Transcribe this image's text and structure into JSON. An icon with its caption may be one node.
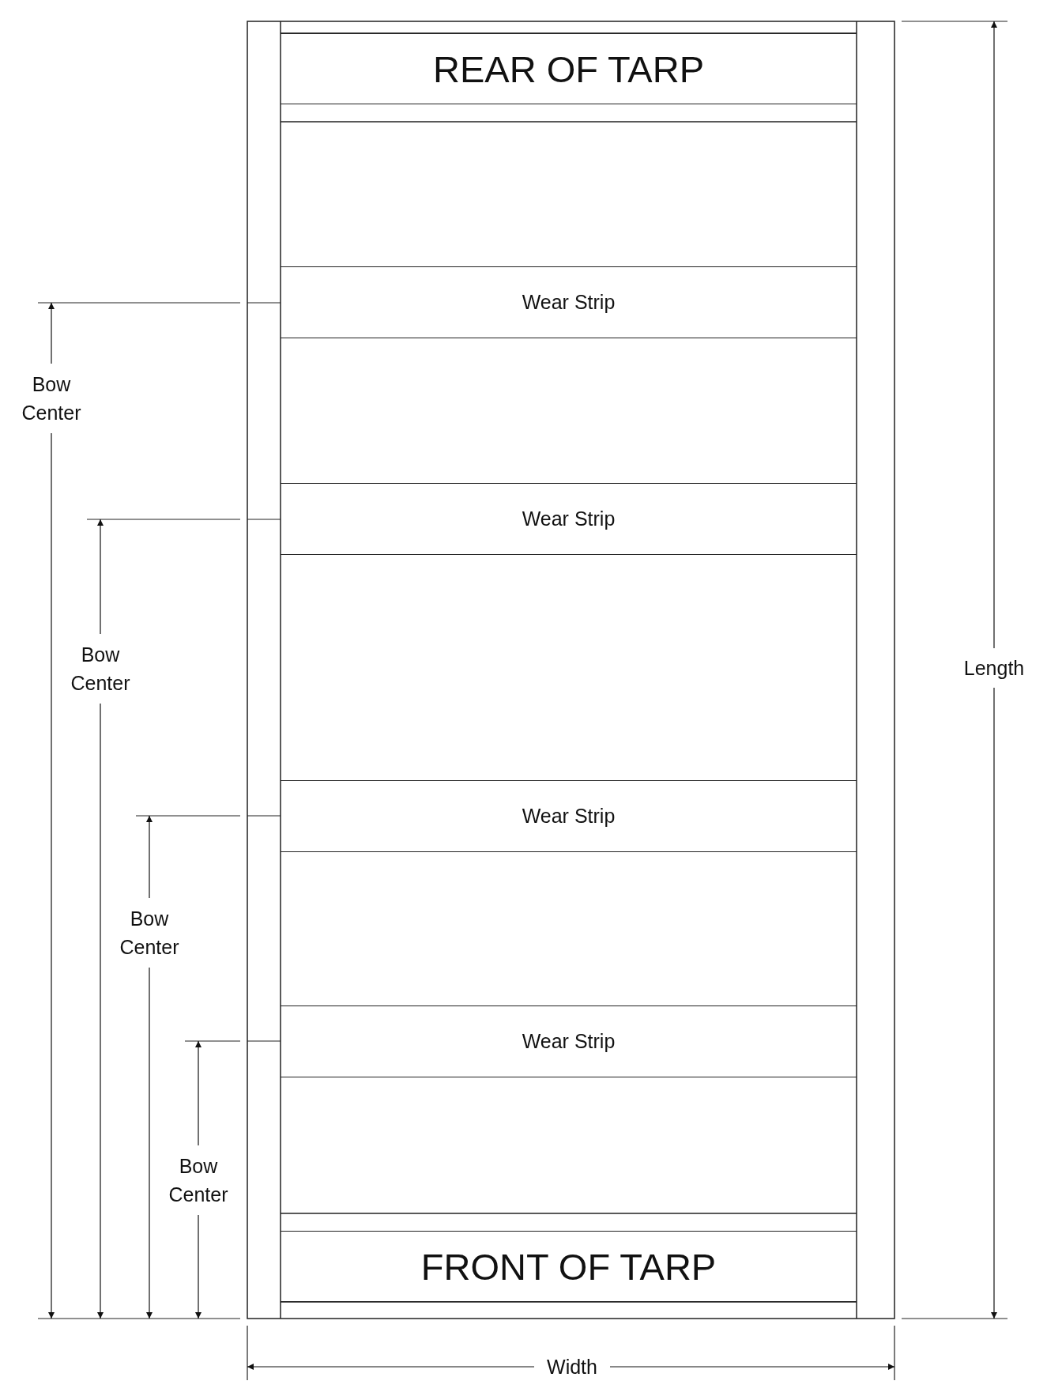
{
  "diagram": {
    "nodes": [
      {
        "text": [
          "REAR OF TARP"
        ]
      },
      {
        "text": [
          "Wear Strip"
        ]
      },
      {
        "text": [
          "Wear Strip"
        ]
      },
      {
        "text": [
          "Wear Strip"
        ]
      },
      {
        "text": [
          "Wear Strip"
        ]
      },
      {
        "text": [
          "FRONT OF TARP"
        ]
      }
    ],
    "labels": [
      "Bow Center",
      "Bow Center",
      "Bow Center",
      "Bow Center",
      "Length",
      "Width"
    ]
  }
}
